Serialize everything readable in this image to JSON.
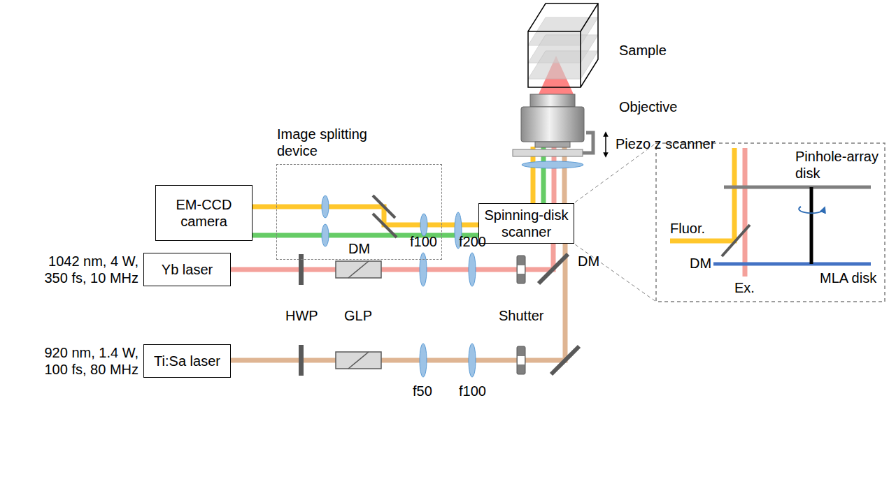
{
  "diagram": {
    "nodes": [
      {
        "text": [
          "Image splitting device"
        ]
      },
      {
        "text": [
          "EM-CCD camera"
        ]
      },
      {
        "text": [
          "Spinning-disk scanner"
        ]
      },
      {
        "text": [
          "Yb laser"
        ]
      },
      {
        "text": [
          "Ti:Sa laser"
        ]
      }
    ],
    "edges": [
      {
        "from": 2,
        "to": 0,
        "arrow": "none"
      },
      {
        "from": 0,
        "to": 1,
        "arrow": "none"
      },
      {
        "from": 3,
        "to": 2,
        "arrow": "none"
      },
      {
        "from": 4,
        "to": 2,
        "arrow": "none"
      }
    ],
    "labels": [
      "Sample",
      "Objective",
      "Piezo z scanner",
      "DM",
      "Pinhole-array disk",
      "Fluor.",
      "DM",
      "MLA disk",
      "Ex.",
      "f100",
      "f200",
      "Shutter",
      "DM",
      "HWP",
      "GLP",
      "f50",
      "f100",
      "1042 nm, 4 W, 350 fs, 10 MHz",
      "920 nm, 1.4 W, 100 fs, 80 MHz"
    ]
  }
}
